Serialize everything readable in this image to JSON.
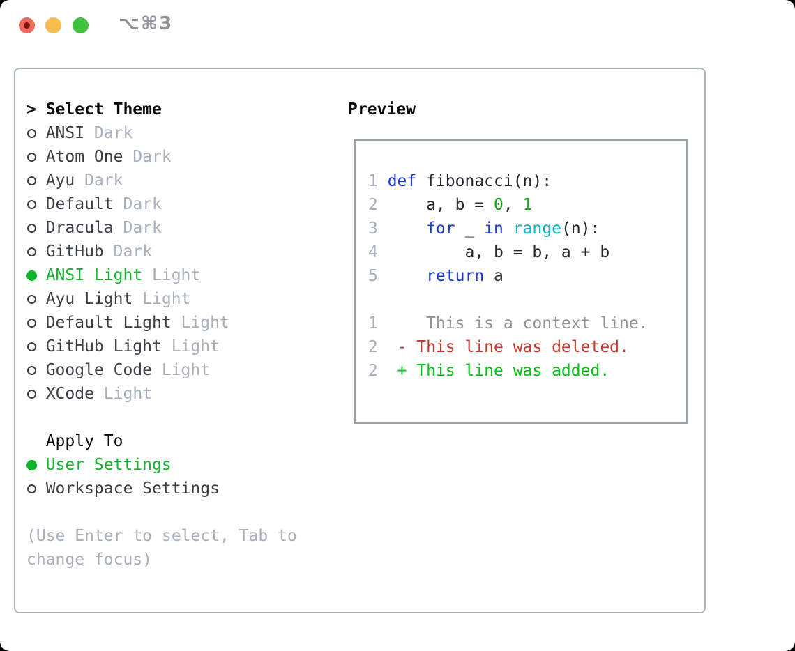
{
  "titlebar": {
    "title": "⌥⌘3"
  },
  "theme_selector": {
    "prompt": ">",
    "title": "Select Theme",
    "items": [
      {
        "name": "ANSI",
        "tag": "Dark",
        "selected": false
      },
      {
        "name": "Atom One",
        "tag": "Dark",
        "selected": false
      },
      {
        "name": "Ayu",
        "tag": "Dark",
        "selected": false
      },
      {
        "name": "Default",
        "tag": "Dark",
        "selected": false
      },
      {
        "name": "Dracula",
        "tag": "Dark",
        "selected": false
      },
      {
        "name": "GitHub",
        "tag": "Dark",
        "selected": false
      },
      {
        "name": "ANSI Light",
        "tag": "Light",
        "selected": true
      },
      {
        "name": "Ayu Light",
        "tag": "Light",
        "selected": false
      },
      {
        "name": "Default Light",
        "tag": "Light",
        "selected": false
      },
      {
        "name": "GitHub Light",
        "tag": "Light",
        "selected": false
      },
      {
        "name": "Google Code",
        "tag": "Light",
        "selected": false
      },
      {
        "name": "XCode",
        "tag": "Light",
        "selected": false
      }
    ]
  },
  "apply_to": {
    "title": "Apply To",
    "options": [
      {
        "label": "User Settings",
        "selected": true
      },
      {
        "label": "Workspace Settings",
        "selected": false
      }
    ]
  },
  "hint": "(Use Enter to select, Tab to change focus)",
  "preview": {
    "title": "Preview",
    "lines": [
      {
        "num": "1",
        "segs": [
          {
            "t": "def",
            "c": "kw"
          },
          {
            "t": " fibonacci(n):",
            "c": "fg"
          }
        ]
      },
      {
        "num": "2",
        "segs": [
          {
            "t": "    a, b = ",
            "c": "fg"
          },
          {
            "t": "0",
            "c": "lit"
          },
          {
            "t": ", ",
            "c": "fg"
          },
          {
            "t": "1",
            "c": "lit"
          }
        ]
      },
      {
        "num": "3",
        "segs": [
          {
            "t": "    ",
            "c": "fg"
          },
          {
            "t": "for",
            "c": "kw"
          },
          {
            "t": " _ ",
            "c": "fg"
          },
          {
            "t": "in",
            "c": "kw"
          },
          {
            "t": " ",
            "c": "fg"
          },
          {
            "t": "range",
            "c": "builtin"
          },
          {
            "t": "(n):",
            "c": "fg"
          }
        ]
      },
      {
        "num": "4",
        "segs": [
          {
            "t": "        a, b = b, a + b",
            "c": "fg"
          }
        ]
      },
      {
        "num": "5",
        "segs": [
          {
            "t": "    ",
            "c": "fg"
          },
          {
            "t": "return",
            "c": "kw"
          },
          {
            "t": " a",
            "c": "fg"
          }
        ]
      },
      {
        "num": "",
        "segs": []
      },
      {
        "num": "1",
        "segs": [
          {
            "t": "    This is a context line.",
            "c": "ctx"
          }
        ]
      },
      {
        "num": "2",
        "segs": [
          {
            "t": " - This line was deleted.",
            "c": "del"
          }
        ]
      },
      {
        "num": "2",
        "segs": [
          {
            "t": " + This line was added.",
            "c": "add"
          }
        ]
      }
    ]
  },
  "colors": {
    "accent_green": "#10b52c",
    "keyword_blue": "#1a3bd7",
    "builtin_cyan": "#0cb6c2",
    "literal_green": "#12a514",
    "deleted_red": "#c0392b",
    "added_green": "#00c414",
    "muted_gray": "#a8b0bd",
    "context_gray": "#8e939b",
    "text_dark": "#3a3f46",
    "heading_black": "#0a0a0a",
    "border_gray": "#aab2bc",
    "panel_border": "#9aa2ac",
    "traffic_red": "#ee6a5f",
    "traffic_yellow": "#f5bd4e",
    "traffic_green": "#3fc23c"
  }
}
